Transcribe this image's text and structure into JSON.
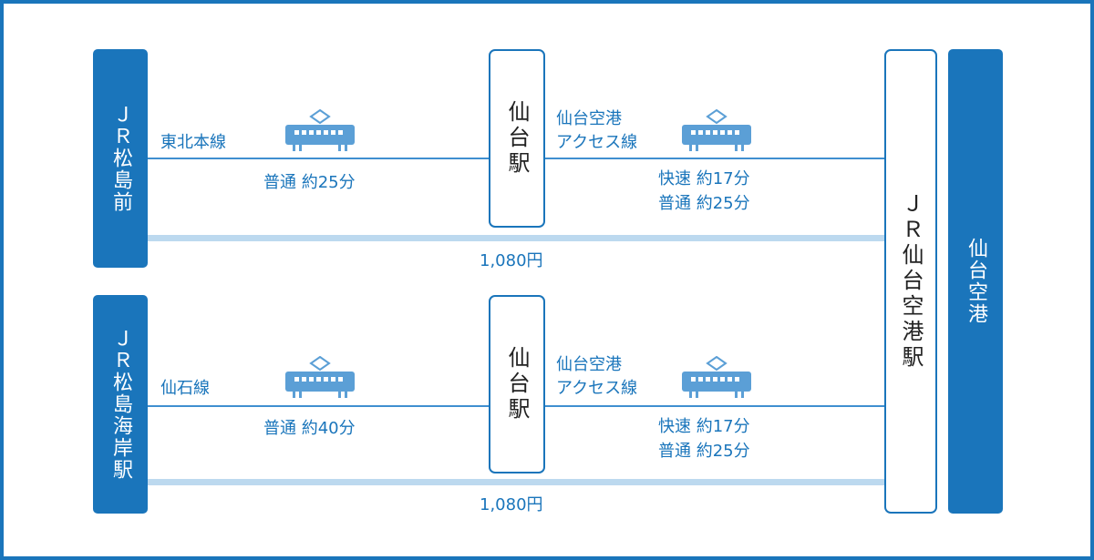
{
  "colors": {
    "accent": "#1a75bb",
    "fare_bar": "#bcd9ef",
    "train": "#5b9fd6"
  },
  "icons": {
    "train": "train-icon"
  },
  "origins": [
    {
      "name": "ＪＲ松島前"
    },
    {
      "name": "ＪＲ松島海岸駅"
    }
  ],
  "transfer_station": {
    "name": "仙台駅"
  },
  "airport_station": {
    "name": "ＪＲ仙台空港駅"
  },
  "destination": {
    "name": "仙台空港"
  },
  "routes": [
    {
      "line1": {
        "name": "東北本線",
        "time": "普通 約25分"
      },
      "line2": {
        "name_line1": "仙台空港",
        "name_line2": "アクセス線",
        "time_rapid": "快速 約17分",
        "time_local": "普通 約25分"
      },
      "fare": "1,080円"
    },
    {
      "line1": {
        "name": "仙石線",
        "time": "普通 約40分"
      },
      "line2": {
        "name_line1": "仙台空港",
        "name_line2": "アクセス線",
        "time_rapid": "快速 約17分",
        "time_local": "普通 約25分"
      },
      "fare": "1,080円"
    }
  ]
}
